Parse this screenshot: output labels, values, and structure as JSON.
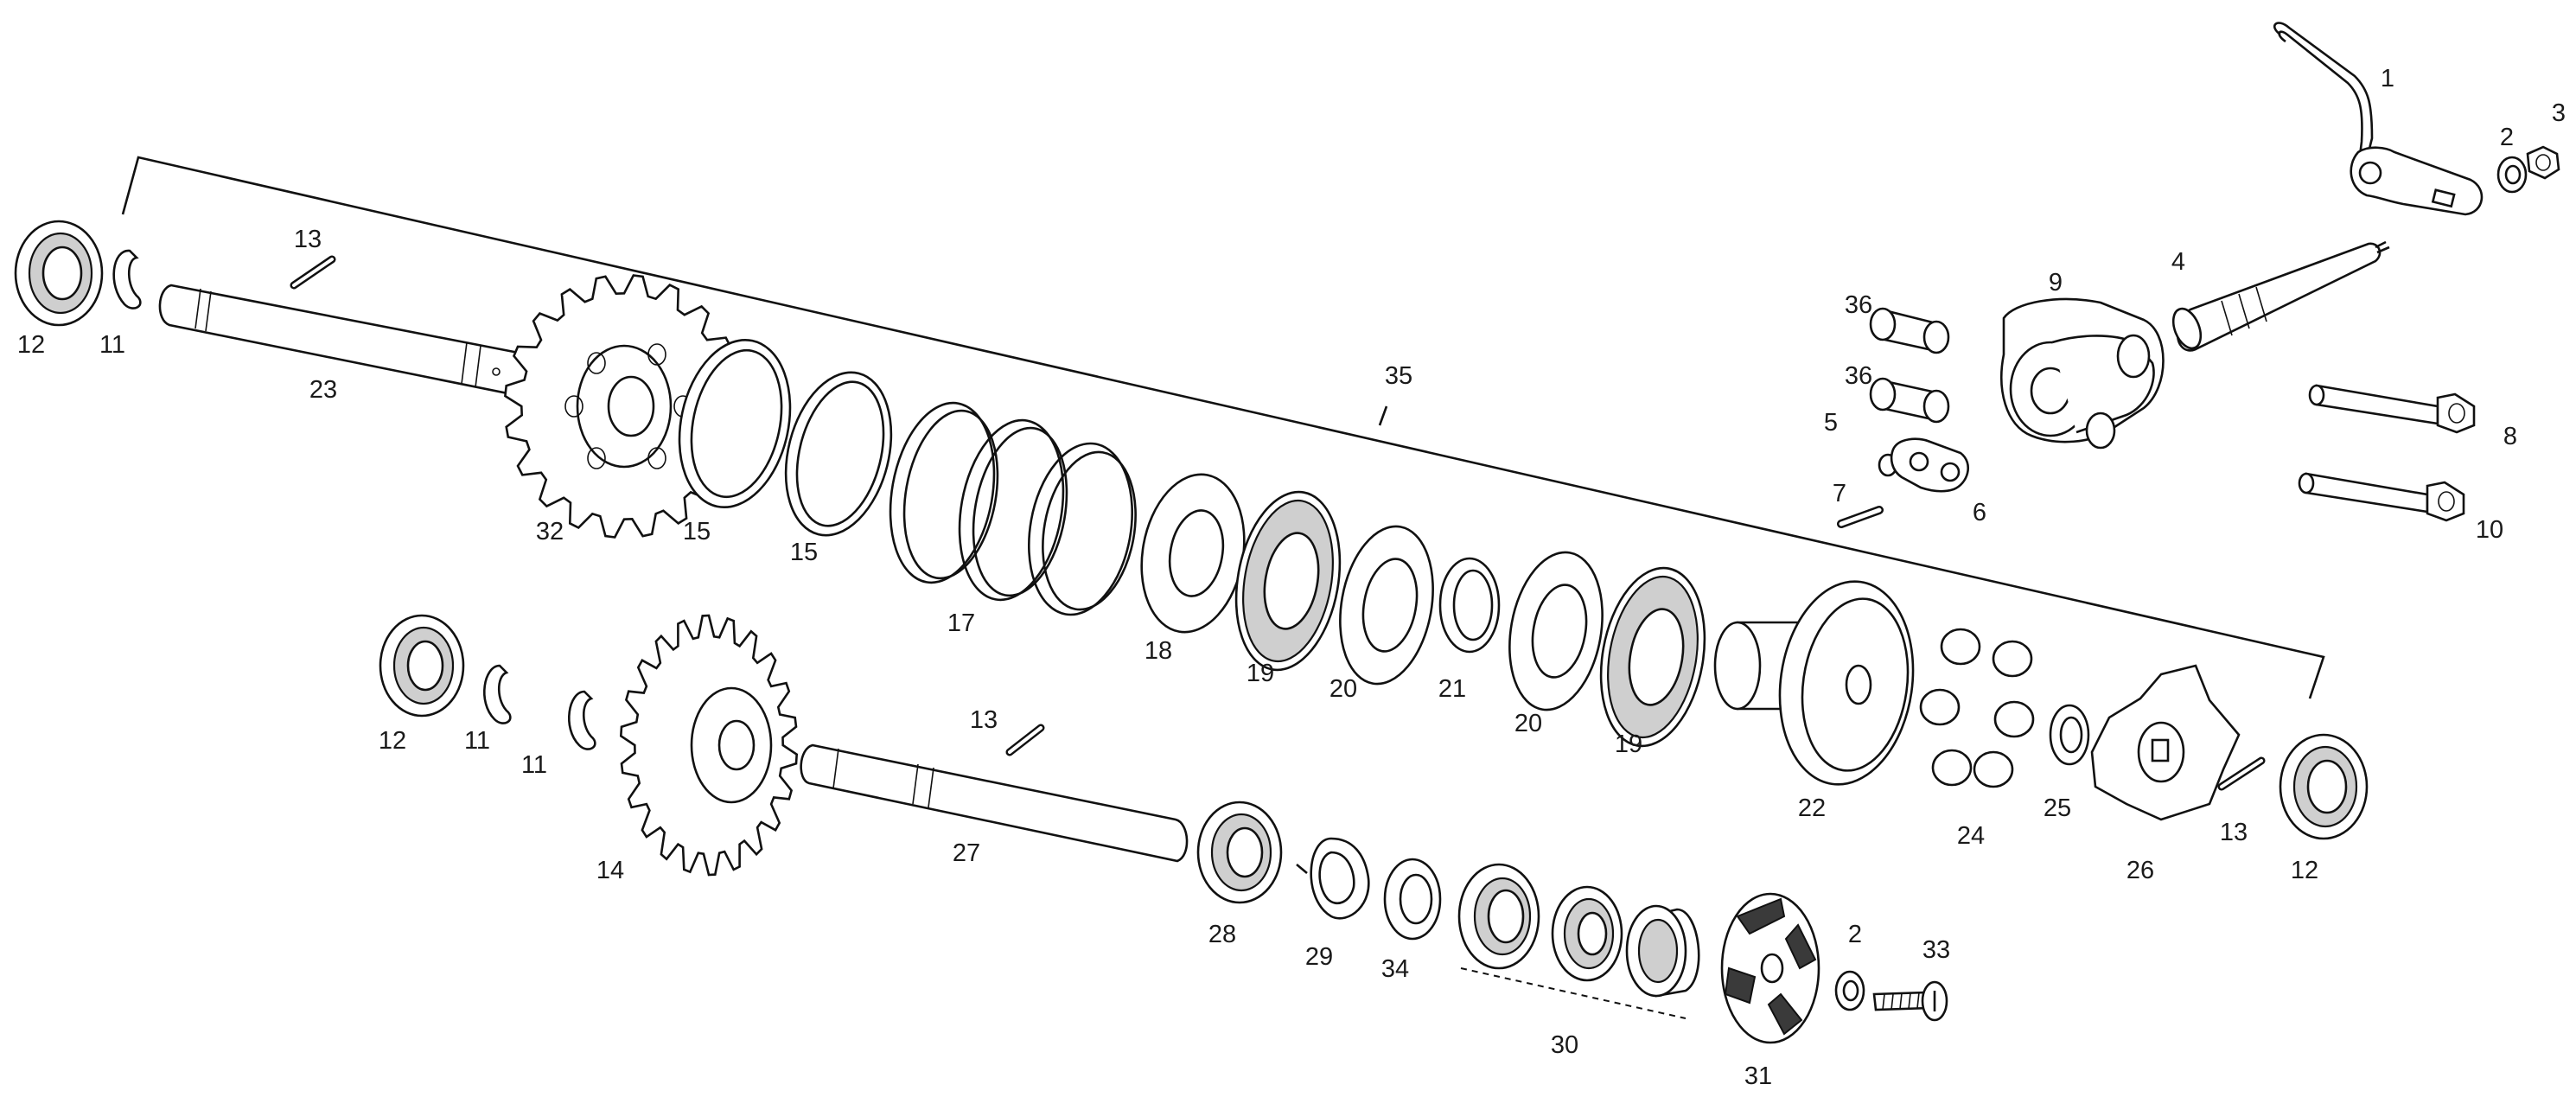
{
  "labels": {
    "p1": "1",
    "p2a": "2",
    "p2b": "2",
    "p3": "3",
    "p4": "4",
    "p5": "5",
    "p6": "6",
    "p7": "7",
    "p8": "8",
    "p9": "9",
    "p10": "10",
    "p11a": "11",
    "p11b": "11",
    "p11c": "11",
    "p12a": "12",
    "p12b": "12",
    "p12c": "12",
    "p13a": "13",
    "p13b": "13",
    "p13c": "13",
    "p14": "14",
    "p15a": "15",
    "p15b": "15",
    "p17": "17",
    "p18": "18",
    "p19a": "19",
    "p19b": "19",
    "p20a": "20",
    "p20b": "20",
    "p21": "21",
    "p22": "22",
    "p23": "23",
    "p24": "24",
    "p25": "25",
    "p26": "26",
    "p27": "27",
    "p28": "28",
    "p29": "29",
    "p30": "30",
    "p31": "31",
    "p32": "32",
    "p33": "33",
    "p34": "34",
    "p35": "35",
    "p36a": "36",
    "p36b": "36"
  }
}
